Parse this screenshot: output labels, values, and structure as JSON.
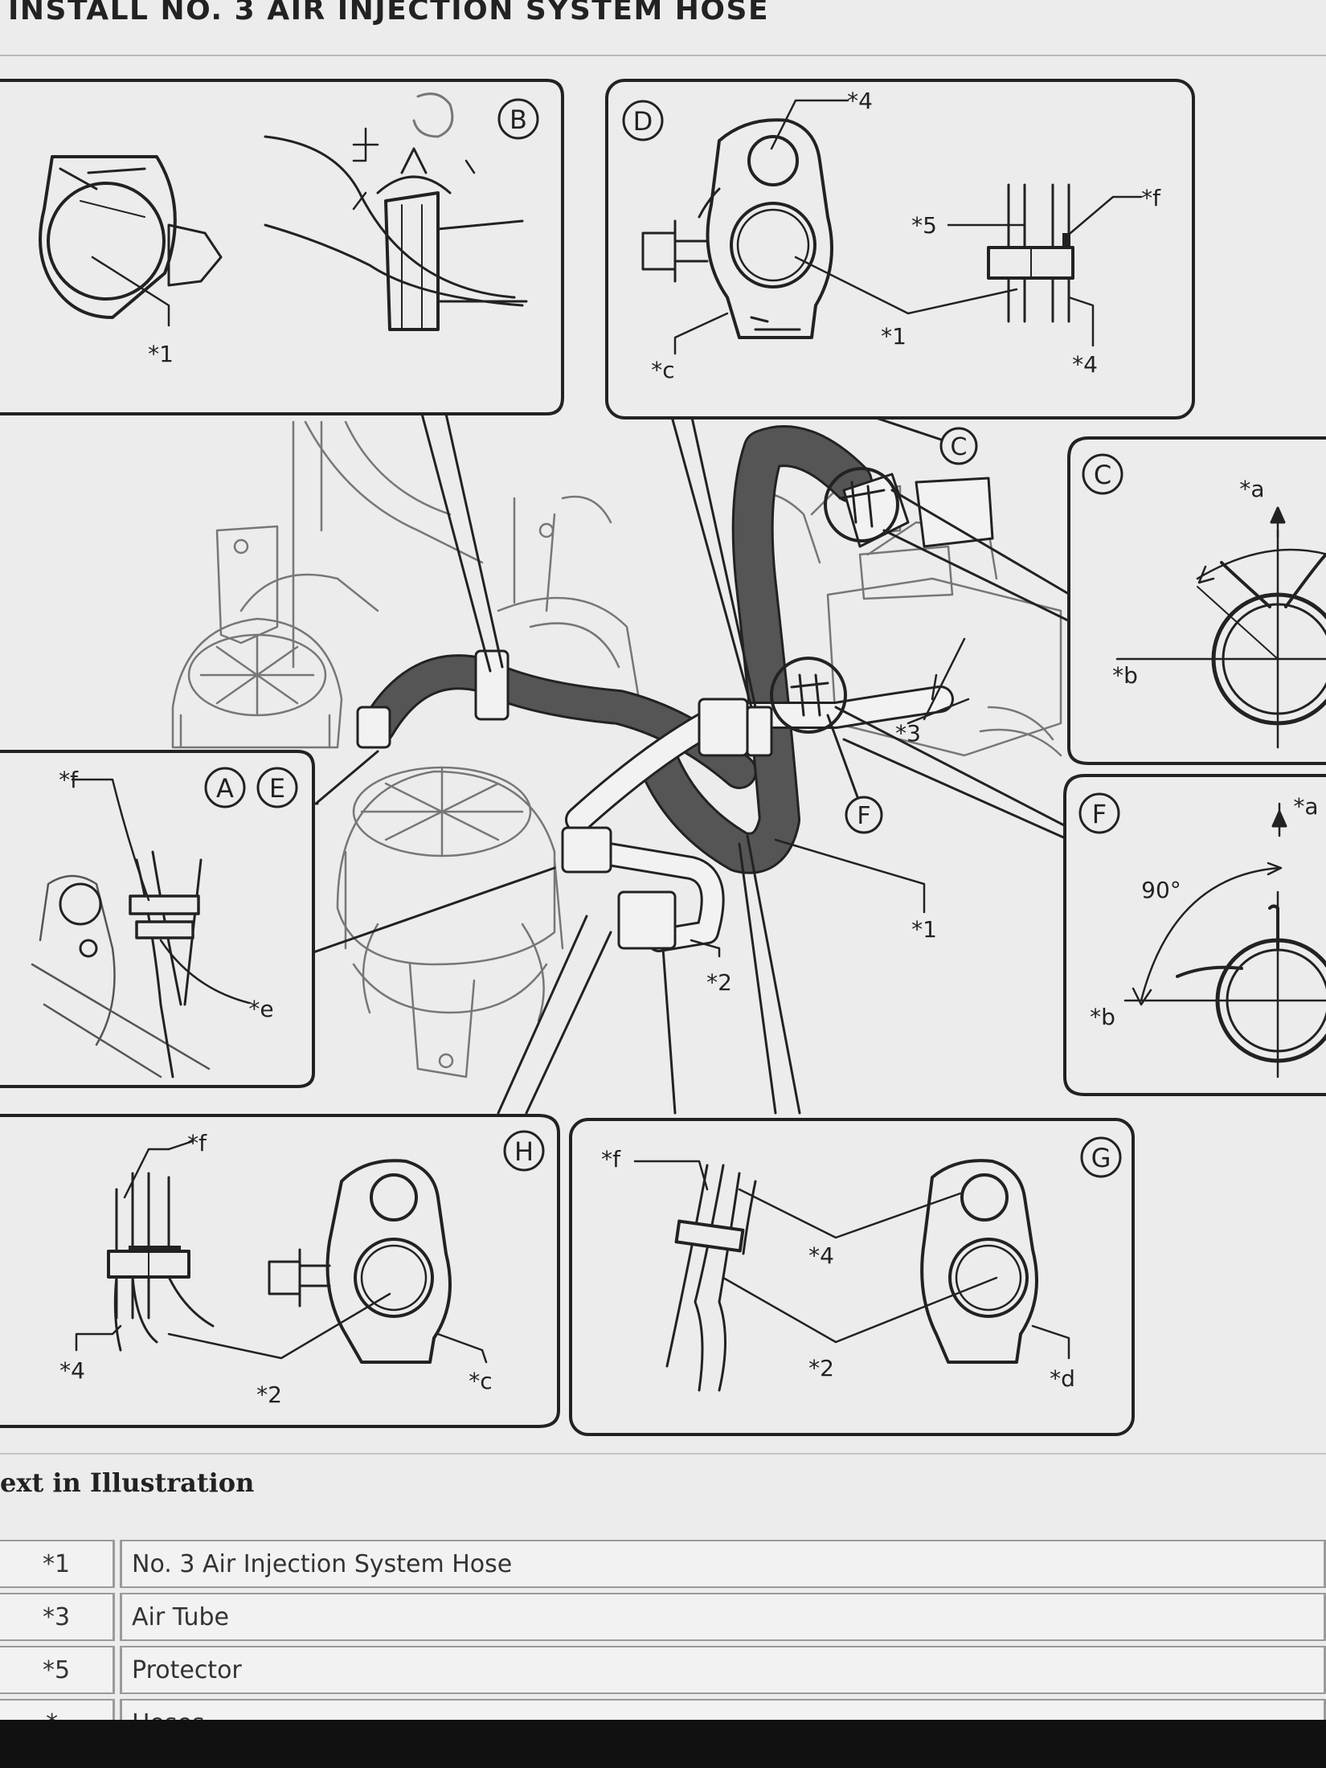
{
  "title": "INSTALL NO. 3 AIR INJECTION SYSTEM HOSE",
  "illustration": {
    "panels": {
      "B": {
        "letters": [
          "B"
        ],
        "callouts": [
          "*1"
        ]
      },
      "D": {
        "letters": [
          "D"
        ],
        "callouts": [
          "*4",
          "*5",
          "*f",
          "*1",
          "*c",
          "*4"
        ]
      },
      "C": {
        "letters": [
          "C"
        ],
        "callouts": [
          "*a",
          "*b"
        ]
      },
      "AE": {
        "letters": [
          "A",
          "E"
        ],
        "callouts": [
          "*f",
          "*e"
        ]
      },
      "F": {
        "letters": [
          "F"
        ],
        "callouts": [
          "*a",
          "90°",
          "*b"
        ]
      },
      "H": {
        "letters": [
          "H"
        ],
        "callouts": [
          "*f",
          "*4",
          "*2",
          "*c"
        ]
      },
      "G": {
        "letters": [
          "G"
        ],
        "callouts": [
          "*f",
          "*4",
          "*2",
          "*d"
        ]
      }
    },
    "main": {
      "letters": [
        "C",
        "F"
      ],
      "callouts": [
        "*3",
        "*1",
        "*2"
      ]
    }
  },
  "legend": {
    "heading": "ext in Illustration",
    "rows": [
      {
        "code": "*1",
        "label": "No. 3 Air Injection System Hose"
      },
      {
        "code": "*3",
        "label": "Air Tube"
      },
      {
        "code": "*5",
        "label": "Protector"
      },
      {
        "code": "*-",
        "label": "Hoses"
      }
    ]
  }
}
